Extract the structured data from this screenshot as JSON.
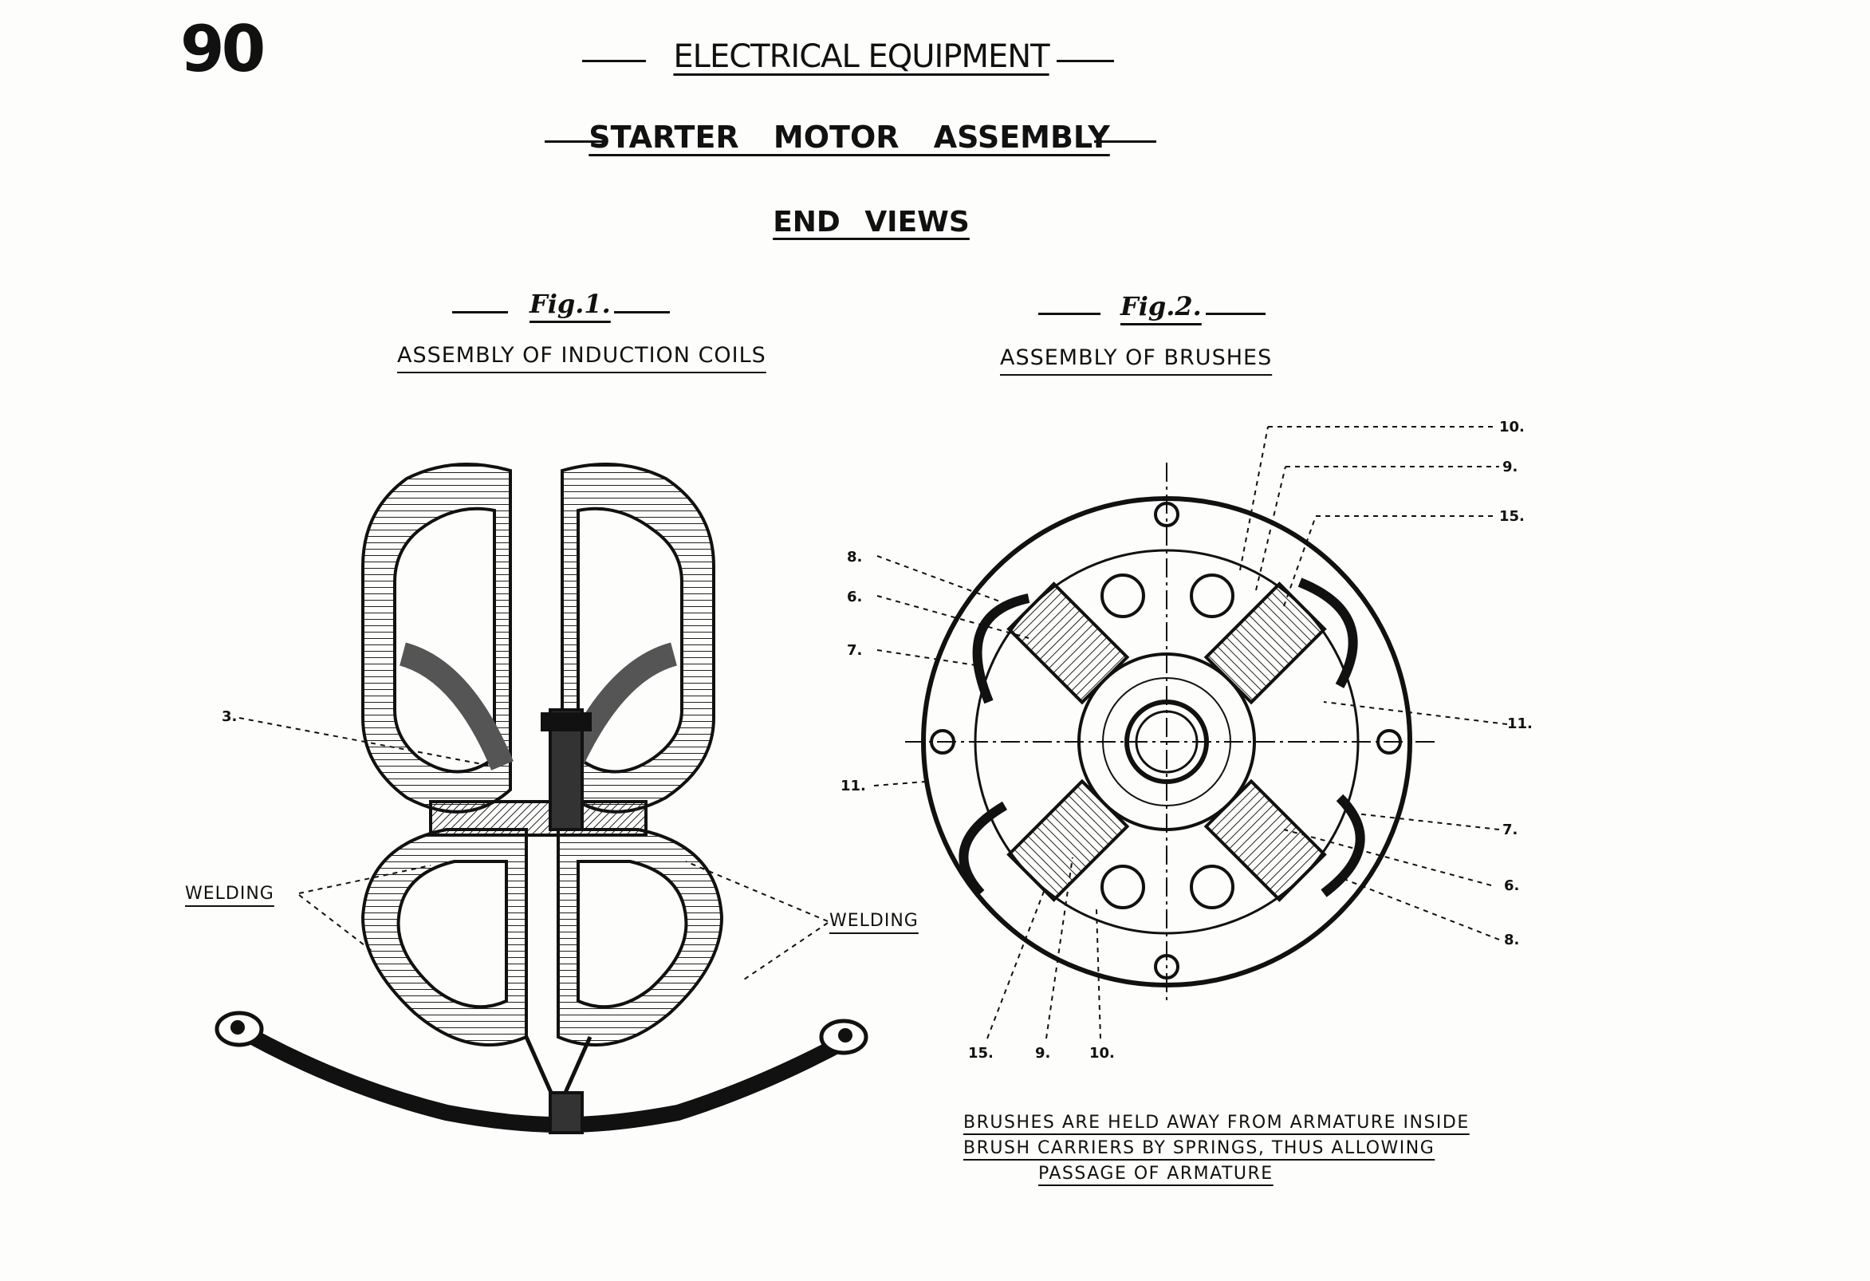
{
  "page_number": "90",
  "header": {
    "section_title": "ELECTRICAL EQUIPMENT",
    "subtitle": "STARTER MOTOR ASSEMBLY",
    "view_title": "END VIEWS"
  },
  "figure1": {
    "label": "Fig.1.",
    "caption": "ASSEMBLY OF INDUCTION COILS",
    "callouts": {
      "item3": "3.",
      "welding_left": "WELDING",
      "welding_right": "WELDING"
    }
  },
  "figure2": {
    "label": "Fig.2.",
    "caption": "ASSEMBLY OF BRUSHES",
    "callouts": {
      "top_10": "10.",
      "top_9": "9.",
      "top_15": "15.",
      "left_8": "8.",
      "left_6": "6.",
      "left_7": "7.",
      "left_11": "11.",
      "right_11": "11.",
      "right_7": "7.",
      "right_6": "6.",
      "right_8": "8.",
      "bottom_15": "15.",
      "bottom_9": "9.",
      "bottom_10": "10."
    },
    "note_lines": [
      "BRUSHES ARE HELD AWAY FROM ARMATURE INSIDE",
      "BRUSH CARRIERS BY SPRINGS, THUS ALLOWING",
      "PASSAGE OF ARMATURE"
    ]
  },
  "colors": {
    "ink": "#111111",
    "paper": "#fdfdfb"
  }
}
